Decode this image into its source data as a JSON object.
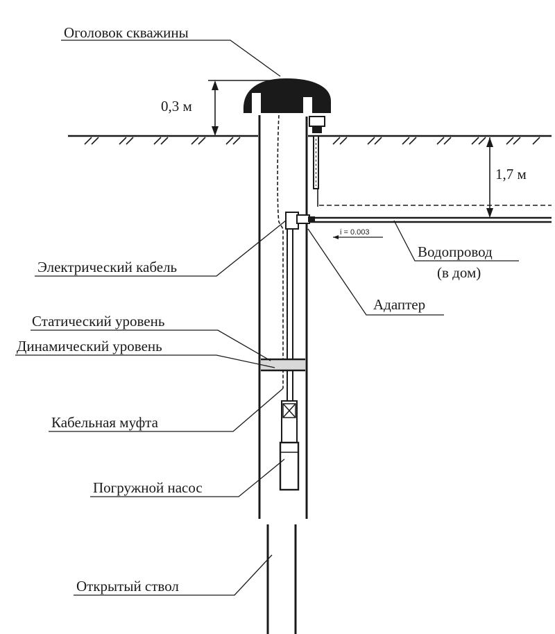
{
  "labels": {
    "wellhead": "Оголовок скважины",
    "height_above": "0,3 м",
    "depth_below": "1,7 м",
    "cable": "Электрический кабель",
    "pipe_line1": "Водопровод",
    "pipe_line2": "(в дом)",
    "adapter": "Адаптер",
    "static_level": "Статический уровень",
    "dynamic_level": "Динамический уровень",
    "cable_sleeve": "Кабельная муфта",
    "pump": "Погружной насос",
    "open_hole": "Открытый ствол",
    "slope": "i = 0.003"
  },
  "colors": {
    "ink": "#1a1a1a",
    "background": "#ffffff"
  }
}
